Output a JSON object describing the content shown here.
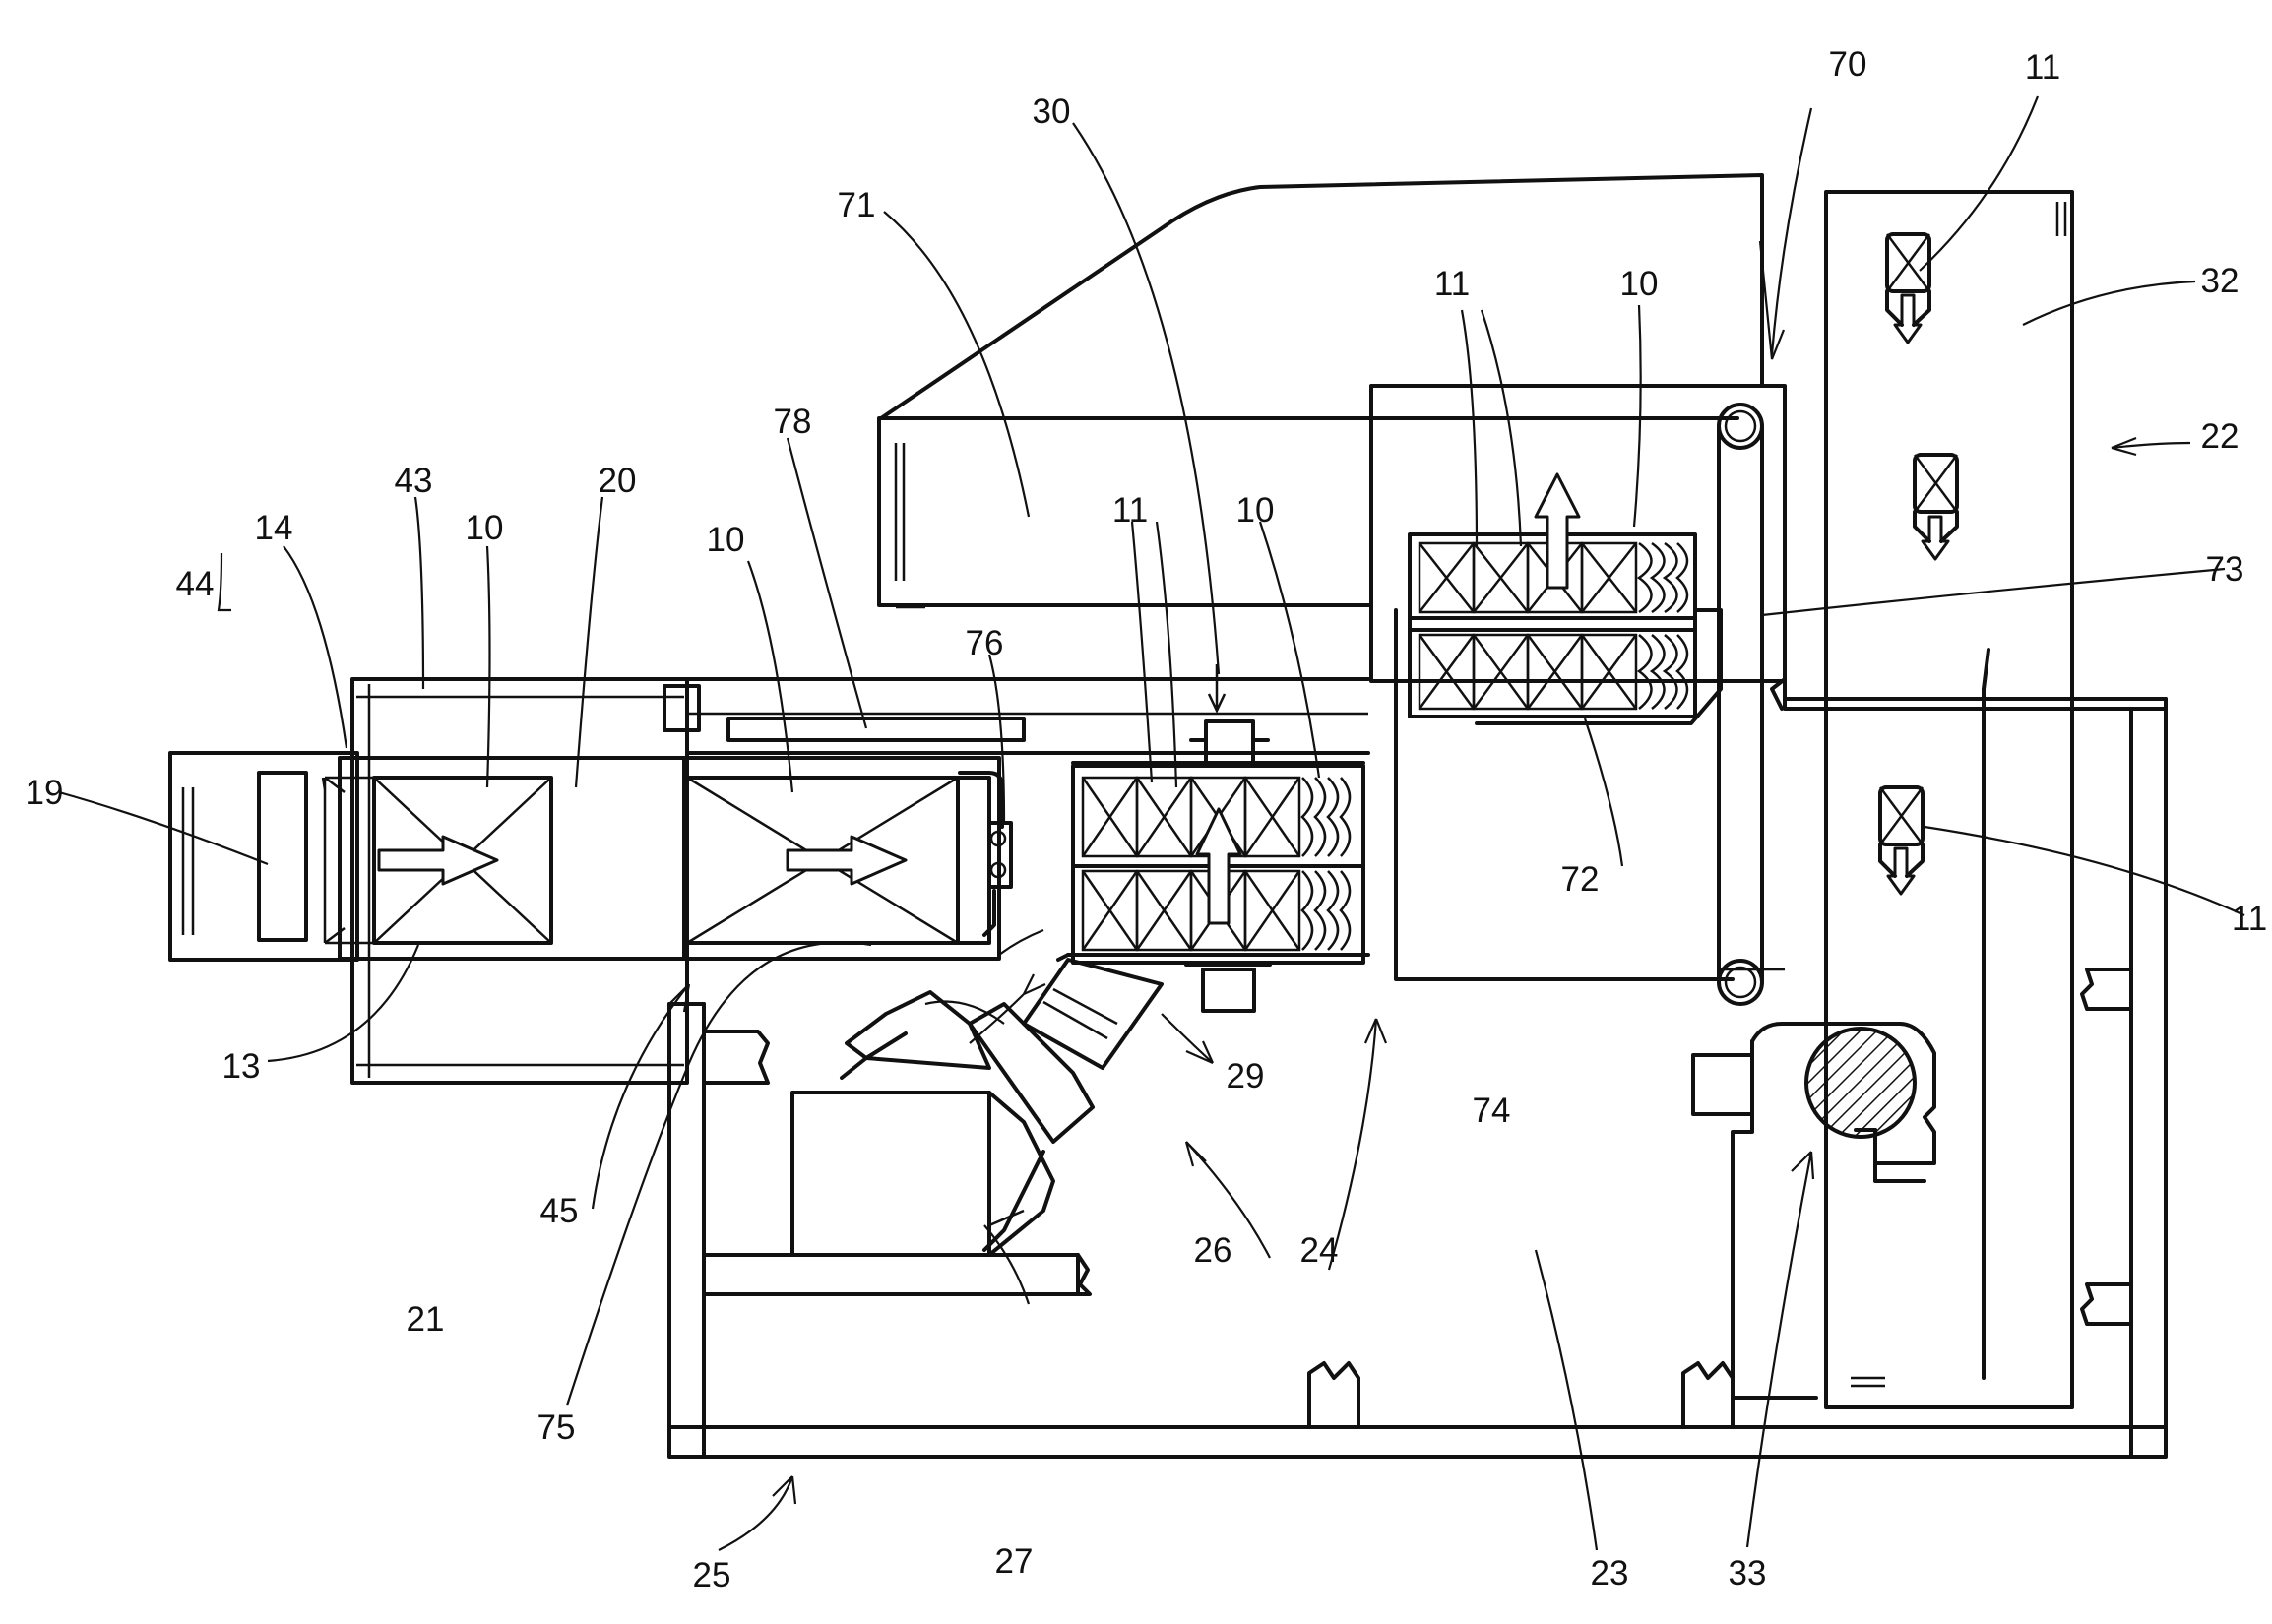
{
  "figure": {
    "labels": {
      "l10a": "10",
      "l10b": "10",
      "l10c": "10",
      "l10d": "10",
      "l11a": "11",
      "l11b": "11",
      "l11c": "11",
      "l11d": "11",
      "l13": "13",
      "l14": "14",
      "l19": "19",
      "l20": "20",
      "l21": "21",
      "l22": "22",
      "l23": "23",
      "l24": "24",
      "l25": "25",
      "l26": "26",
      "l27": "27",
      "l29": "29",
      "l30": "30",
      "l32": "32",
      "l33": "33",
      "l43": "43",
      "l44": "44",
      "l45": "45",
      "l70": "70",
      "l71": "71",
      "l72": "72",
      "l73": "73",
      "l74": "74",
      "l75": "75",
      "l76": "76",
      "l78": "78"
    }
  }
}
